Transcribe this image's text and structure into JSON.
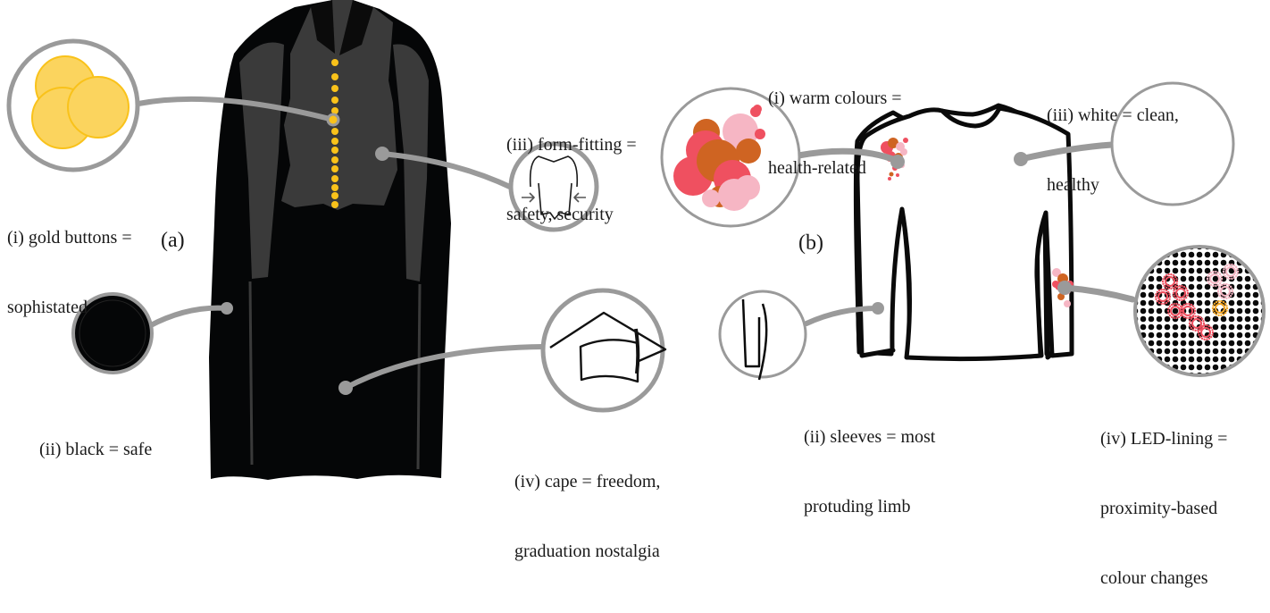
{
  "figure": {
    "panels": [
      {
        "id": "a",
        "label": "(a)",
        "subject": "black cape with gold buttons",
        "callouts": [
          {
            "key": "i",
            "lines": [
              "(i) gold buttons =",
              "sophistated"
            ],
            "icon": "gold-buttons-icon"
          },
          {
            "key": "ii",
            "lines": [
              "(ii) black = safe"
            ],
            "icon": "black-circle-icon"
          },
          {
            "key": "iii",
            "lines": [
              "(iii) form-fitting =",
              "safety, security"
            ],
            "icon": "fitted-shirt-icon"
          },
          {
            "key": "iv",
            "lines": [
              "(iv) cape = freedom,",
              "graduation nostalgia"
            ],
            "icon": "graduation-cap-icon"
          }
        ]
      },
      {
        "id": "b",
        "label": "(b)",
        "subject": "white long-sleeve shirt with LED lining",
        "callouts": [
          {
            "key": "i",
            "lines": [
              "(i) warm colours =",
              "health-related"
            ],
            "icon": "warm-colour-dots-icon"
          },
          {
            "key": "ii",
            "lines": [
              "(ii) sleeves = most",
              "protuding limb"
            ],
            "icon": "sleeve-icon"
          },
          {
            "key": "iii",
            "lines": [
              "(iii) white = clean,",
              "healthy"
            ],
            "icon": "white-circle-icon"
          },
          {
            "key": "iv",
            "lines": [
              "(iv) LED-lining =",
              "proximity-based",
              "colour changes"
            ],
            "icon": "led-grid-icon"
          }
        ]
      }
    ],
    "colors": {
      "cape": "#050607",
      "vest": "#3a3a3a",
      "gold": "#f9c21a",
      "gold_light": "#fbd45e",
      "callout_gray": "#9a9a9a",
      "warm_red": "#ef5060",
      "warm_orange": "#cf6422",
      "warm_pink": "#f6b6c4",
      "led_amber": "#f5a623"
    }
  }
}
